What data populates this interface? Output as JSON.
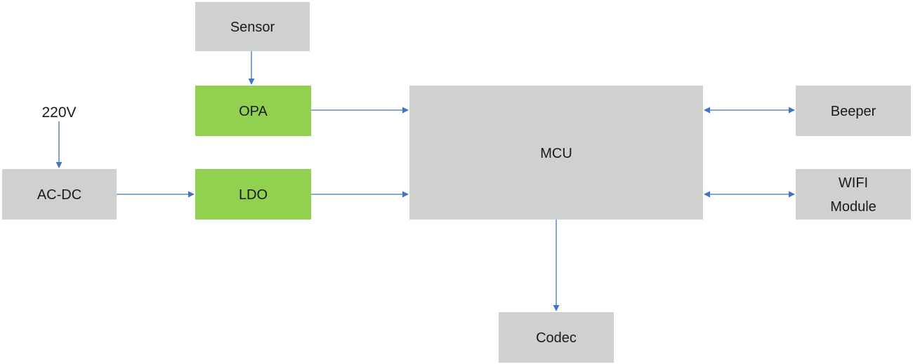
{
  "colors": {
    "block_gray": "#d0d0d0",
    "block_green": "#92d050",
    "arrow": "#4472c4",
    "line": "#5b8fd0",
    "text": "#1a1a1a"
  },
  "labels": {
    "input_voltage": "220V"
  },
  "blocks": {
    "sensor": "Sensor",
    "opa": "OPA",
    "acdc": "AC-DC",
    "ldo": "LDO",
    "mcu": "MCU",
    "beeper": "Beeper",
    "wifi_line1": "WIFI",
    "wifi_line2": "Module",
    "codec": "Codec"
  }
}
